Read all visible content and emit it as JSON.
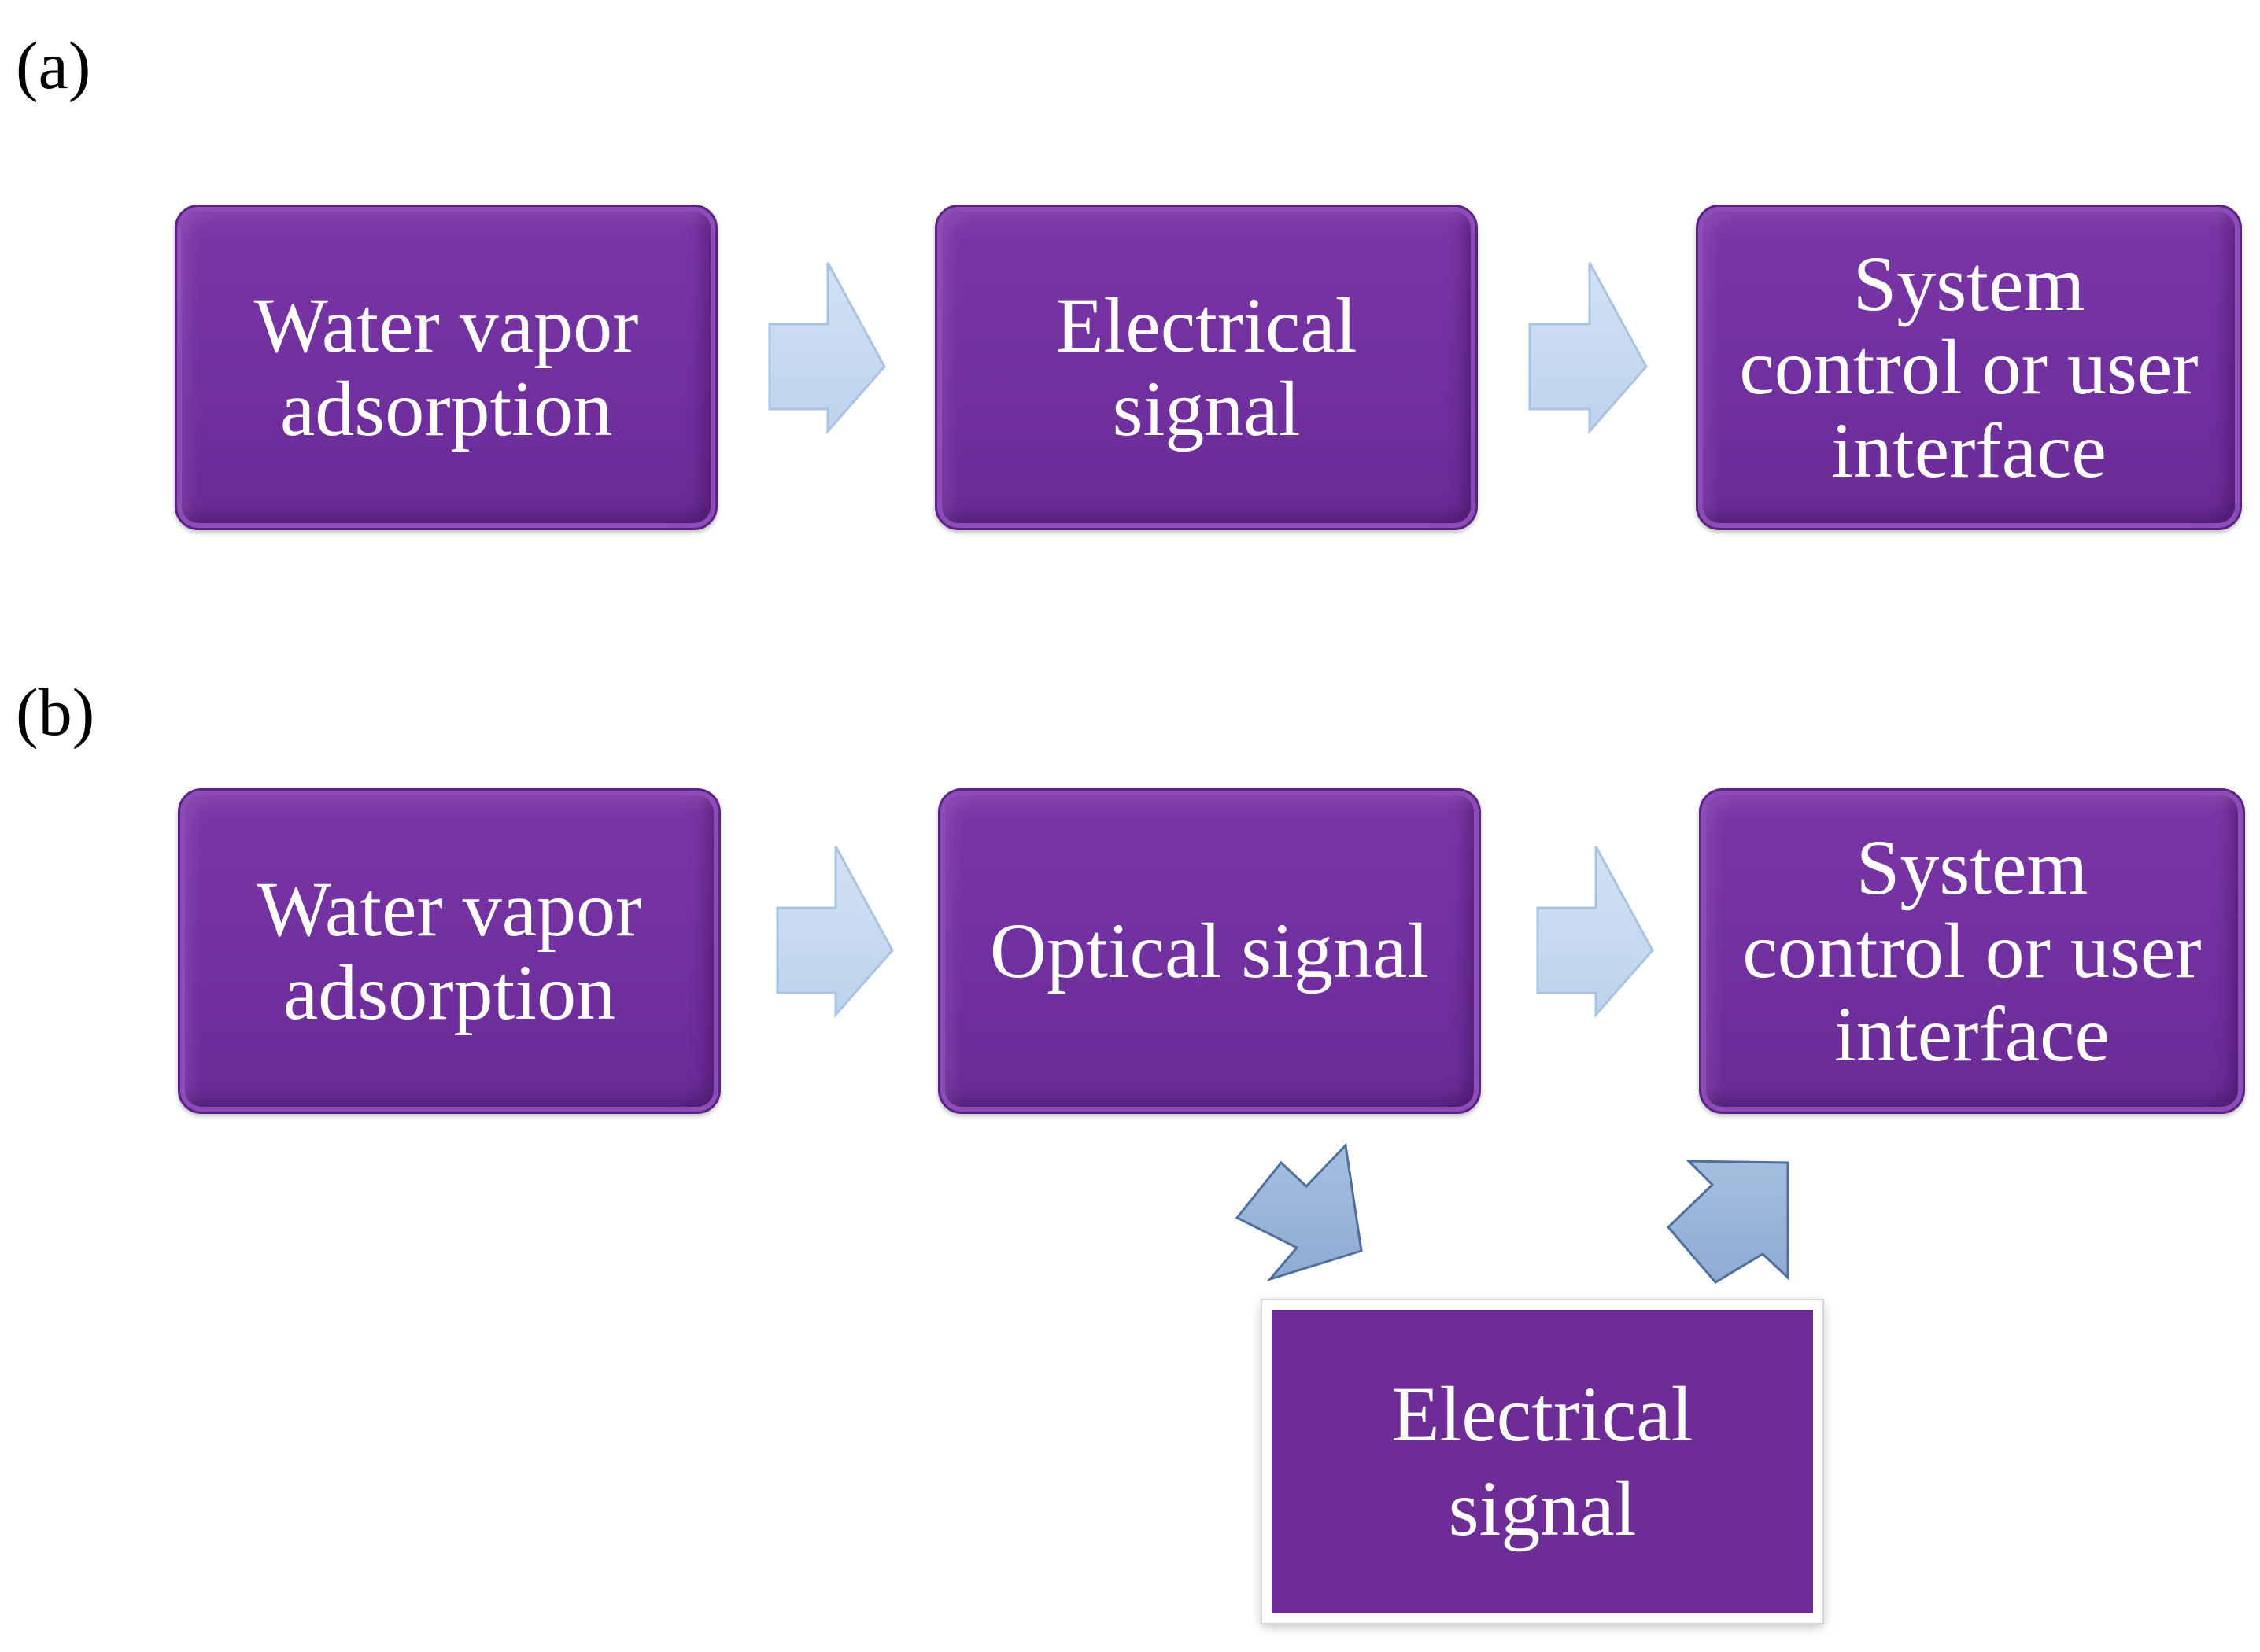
{
  "colors": {
    "box_fill": "#7231a0",
    "arrow_light": "#c6d9f0",
    "arrow_dark": "#95b3d7",
    "text": "#ffffff"
  },
  "panel_a": {
    "label": "(a)",
    "boxes": [
      "Water vapor\nadsorption",
      "Electrical\nsignal",
      "System\ncontrol or user\ninterface"
    ]
  },
  "panel_b": {
    "label": "(b)",
    "boxes": [
      "Water vapor\nadsorption",
      "Optical signal",
      "System\ncontrol or user\ninterface"
    ],
    "lower_box": "Electrical\nsignal"
  }
}
